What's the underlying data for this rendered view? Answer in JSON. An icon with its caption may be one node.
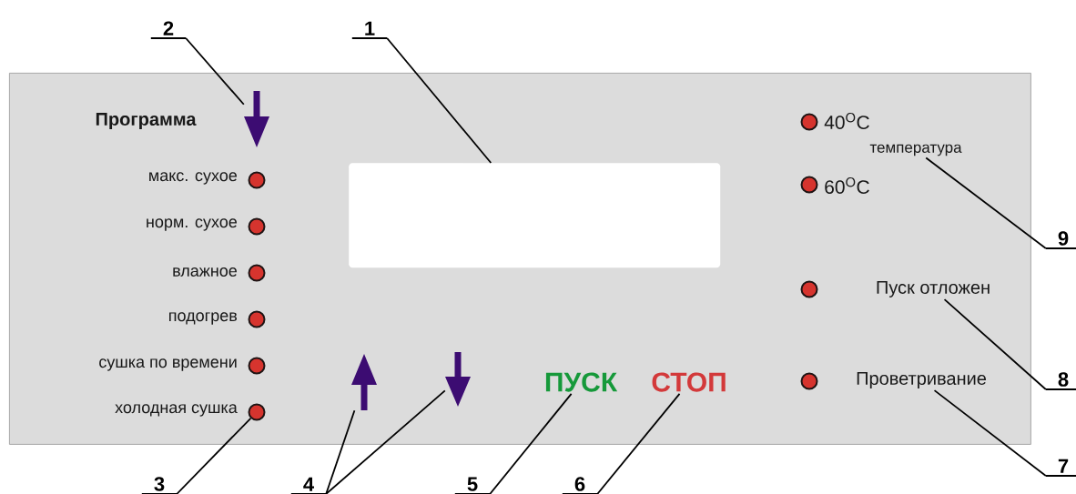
{
  "diagram": {
    "nodes": [
      {
        "text": [],
        "shape": "box"
      },
      {
        "text": [
          "2"
        ]
      },
      {
        "text": [
          "1"
        ]
      },
      {
        "text": [],
        "shape": "arrow",
        "in": 0
      },
      {
        "text": [],
        "shape": "box",
        "in": 0
      },
      {
        "text": [],
        "shape": "circle",
        "in": 0
      },
      {
        "text": [],
        "shape": "circle",
        "in": 0
      },
      {
        "text": [],
        "shape": "circle",
        "in": 0
      },
      {
        "text": [],
        "shape": "circle",
        "in": 0
      },
      {
        "text": [],
        "shape": "circle",
        "in": 0
      },
      {
        "text": [],
        "shape": "circle",
        "in": 0
      },
      {
        "text": [],
        "shape": "circle",
        "in": 0
      },
      {
        "text": [],
        "shape": "circle",
        "in": 0
      },
      {
        "text": [],
        "shape": "circle",
        "in": 0
      },
      {
        "text": [],
        "shape": "circle",
        "in": 0
      },
      {
        "text": [],
        "shape": "arrow",
        "in": 0
      },
      {
        "text": [],
        "shape": "arrow",
        "in": 0
      },
      {
        "text": [
          "ПУСК"
        ],
        "in": 0
      },
      {
        "text": [
          "СТОП"
        ],
        "in": 0
      },
      {
        "text": [
          "температура"
        ],
        "in": 0
      },
      {
        "text": [
          "Пуск отложен"
        ],
        "in": 0
      },
      {
        "text": [
          "Проветривание"
        ],
        "in": 0
      },
      {
        "text": [
          "9"
        ]
      },
      {
        "text": [
          "8"
        ]
      },
      {
        "text": [
          "3"
        ]
      },
      {
        "text": [
          "4"
        ]
      },
      {
        "text": [
          "5"
        ]
      },
      {
        "text": [
          "6"
        ]
      },
      {
        "text": [
          "7"
        ]
      }
    ],
    "edges": [
      {
        "from": 1,
        "to": 3,
        "arrow": "none"
      },
      {
        "from": 2,
        "to": 4,
        "arrow": "none"
      },
      {
        "from": 24,
        "to": 10,
        "arrow": "none"
      },
      {
        "from": 25,
        "to": 15,
        "arrow": "none"
      },
      {
        "from": 25,
        "to": 16,
        "arrow": "none"
      },
      {
        "from": 26,
        "to": 17,
        "arrow": "none"
      },
      {
        "from": 27,
        "to": 18,
        "arrow": "none"
      },
      {
        "from": 28,
        "to": 21,
        "arrow": "none"
      },
      {
        "from": 23,
        "to": 20,
        "arrow": "none"
      },
      {
        "from": 22,
        "to": 19,
        "arrow": "none"
      }
    ],
    "labels": [
      "Программа",
      "макс. сухое",
      "норм. сухое",
      "влажное",
      "подогрев",
      "сушка по времени",
      "холодная сушка",
      "40$^{O}$C",
      "60$^{O}$C"
    ]
  }
}
